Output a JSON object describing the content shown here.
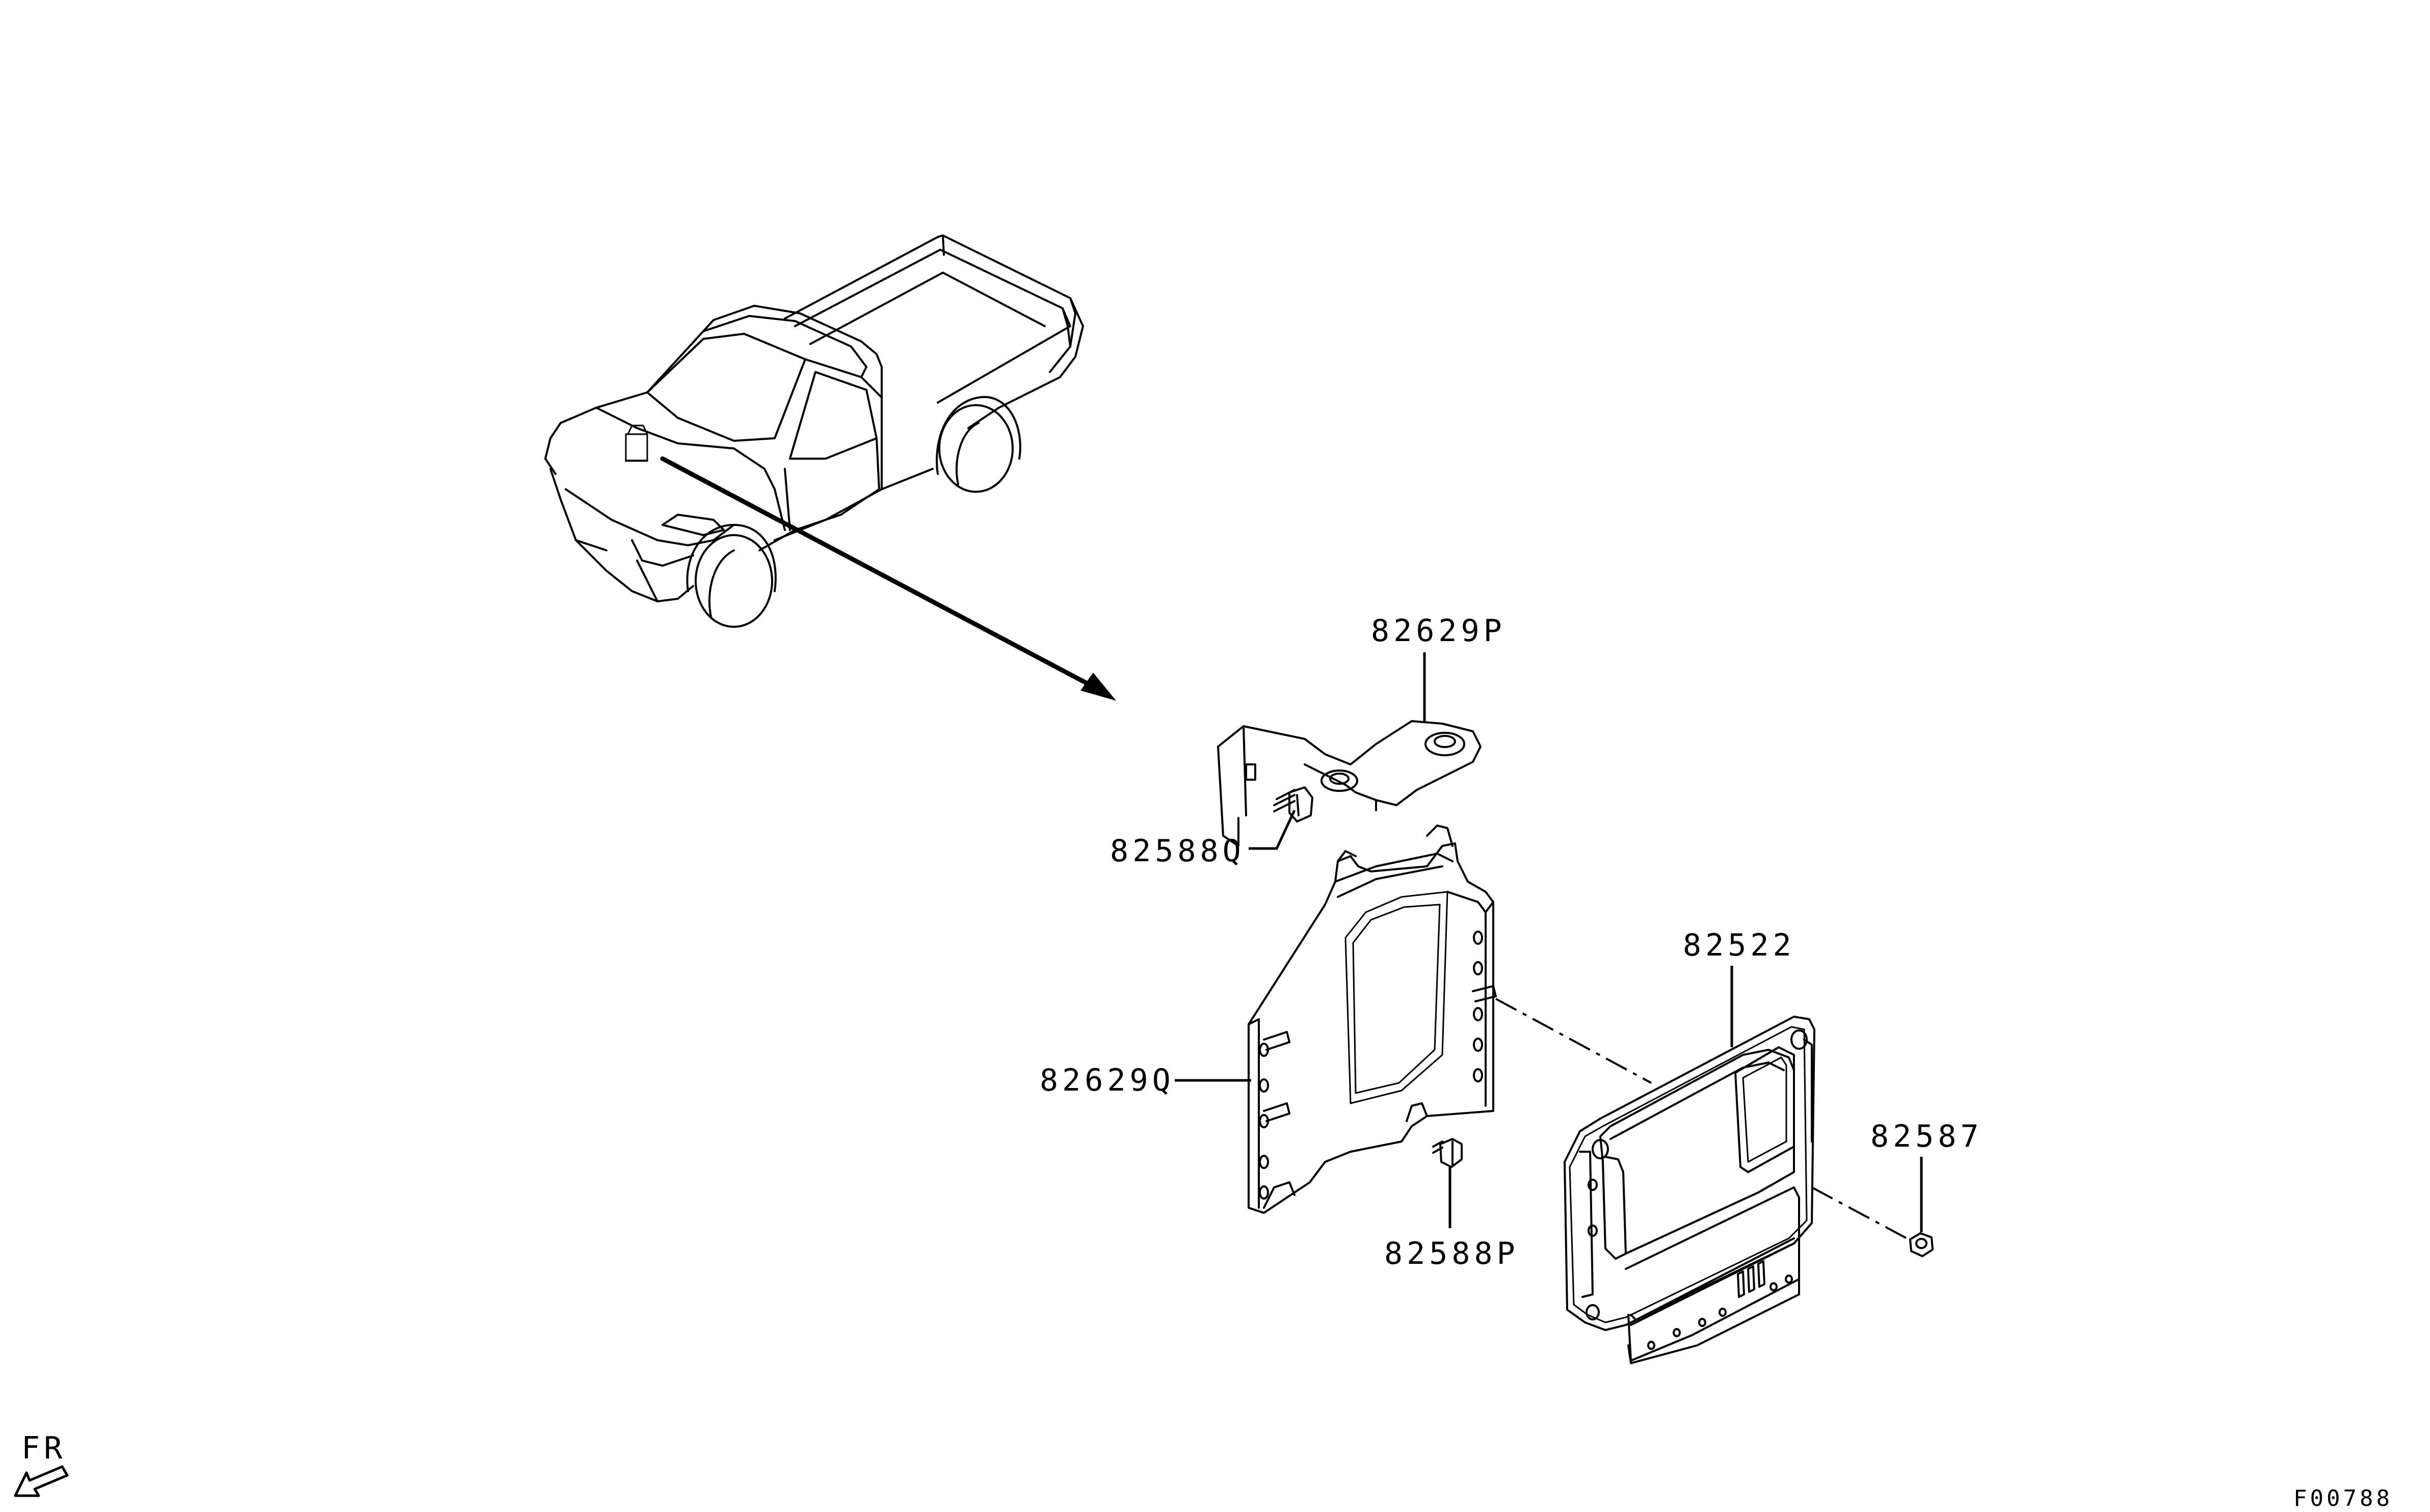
{
  "parts": {
    "bracket_upper": "82629P",
    "bolt_upper": "82588Q",
    "bracket_main": "82629Q",
    "bolt_lower": "82588P",
    "ecu": "82522",
    "nut": "82587"
  },
  "orientation_label": "FR",
  "figure_code": "F00788"
}
